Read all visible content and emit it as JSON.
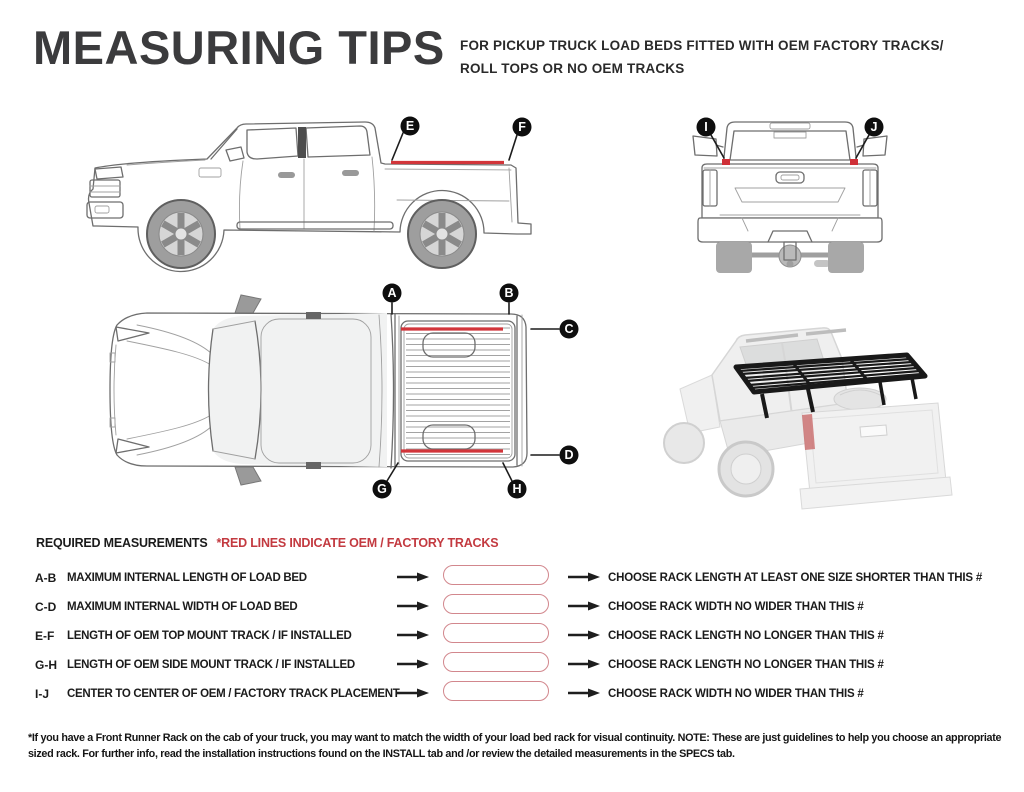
{
  "header": {
    "title": "MEASURING TIPS",
    "subtitle_line1": "FOR PICKUP TRUCK LOAD BEDS FITTED WITH OEM FACTORY TRACKS/",
    "subtitle_line2": "ROLL TOPS OR NO OEM TRACKS"
  },
  "diagrams": {
    "side": {
      "label": "truck-side-view",
      "markers": [
        "E",
        "F"
      ]
    },
    "rear": {
      "label": "truck-rear-view",
      "markers": [
        "I",
        "J"
      ]
    },
    "top": {
      "label": "truck-top-view",
      "markers": [
        "A",
        "B",
        "C",
        "D",
        "G",
        "H"
      ]
    },
    "render": {
      "label": "truck-with-rack-render"
    }
  },
  "measurements": {
    "section_title": "REQUIRED MEASUREMENTS",
    "section_note": "*RED LINES INDICATE OEM / FACTORY TRACKS",
    "rows": [
      {
        "id": "A-B",
        "description": "MAXIMUM  INTERNAL LENGTH OF LOAD BED",
        "recommendation": "CHOOSE RACK LENGTH AT LEAST ONE SIZE SHORTER THAN THIS #"
      },
      {
        "id": "C-D",
        "description": "MAXIMUM INTERNAL WIDTH OF LOAD BED",
        "recommendation": "CHOOSE RACK WIDTH NO WIDER THAN THIS #"
      },
      {
        "id": "E-F",
        "description": "LENGTH OF OEM TOP MOUNT TRACK / IF INSTALLED",
        "recommendation": "CHOOSE RACK LENGTH NO LONGER THAN THIS #"
      },
      {
        "id": "G-H",
        "description": "LENGTH OF OEM SIDE MOUNT TRACK / IF INSTALLED",
        "recommendation": "CHOOSE RACK LENGTH NO LONGER THAN THIS #"
      },
      {
        "id": "I-J",
        "description": "CENTER TO CENTER OF OEM / FACTORY TRACK PLACEMENT",
        "recommendation": "CHOOSE RACK WIDTH NO WIDER THAN THIS #"
      }
    ]
  },
  "footnote": "*If you have a Front Runner Rack on the cab of your truck, you may want to match the width of your load bed rack for visual continuity. NOTE: These are just guidelines to help you choose an appropriate sized rack. For further info, read the installation instructions found on the INSTALL tab and /or review the detailed measurements in the SPECS tab.",
  "colors": {
    "accent_red_text": "#c33a40",
    "track_red": "#d2353a",
    "pill_border": "#d2878d",
    "marker_black": "#0e0e0e",
    "title_charcoal": "#3b3b3d"
  }
}
